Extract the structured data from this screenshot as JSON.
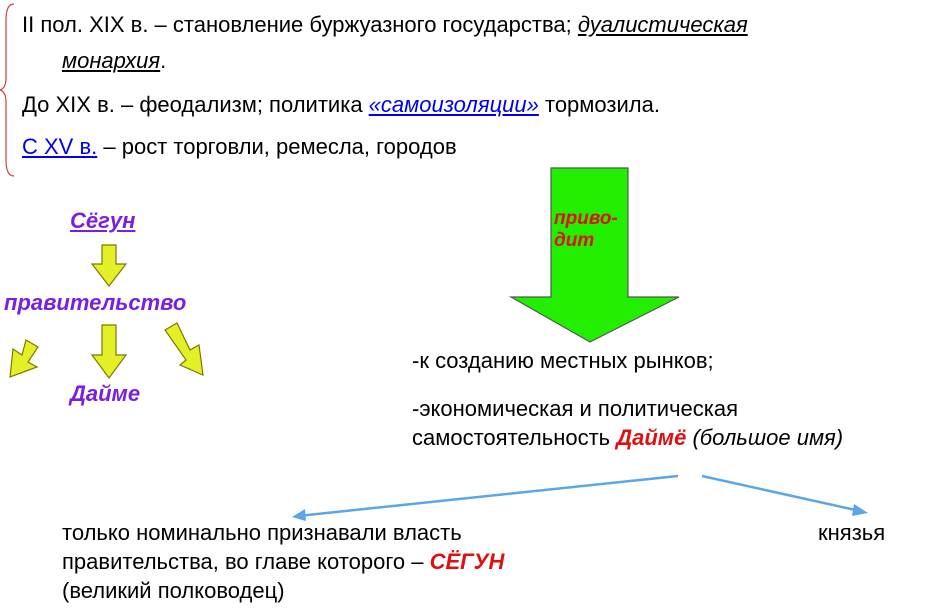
{
  "intro": {
    "line1_part1": "II пол. XIX в. – становление буржуазного государства; ",
    "line1_part2": "дуалистическая",
    "line2": "монархия",
    "line2_end": ".",
    "line3_part1": "До XIX в. – феодализм; политика ",
    "line3_link": "«самоизоляции»",
    "line3_part2": " тормозила.",
    "line4_link": "С XV в.",
    "line4_part2": " – рост торговли, ремесла, городов"
  },
  "hierarchy": {
    "top": "Сёгун",
    "middle": "правительство",
    "bottom": "Дайме"
  },
  "big_arrow": {
    "label_line1": "приво-",
    "label_line2": "дит",
    "color": "#22ee00"
  },
  "results": {
    "item1": "-к созданию  местных рынков;",
    "item2_line1": "-экономическая и политическая",
    "item2_line2_part1": "самостоятельность ",
    "item2_name": "Даймё",
    "item2_note": " (большое имя)"
  },
  "outcomes": {
    "left_line1": "только номинально признавали власть",
    "left_line2_part1": "правительства, во главе которого – ",
    "left_name": "СЁГУН",
    "left_line3": "(великий полководец)",
    "right": "князья"
  },
  "colors": {
    "purple": "#7a1fe0",
    "red": "#e01010",
    "yellow_arrow": "#e4f027",
    "blue_line": "#5aa6e6",
    "bracket": "#d04040"
  }
}
